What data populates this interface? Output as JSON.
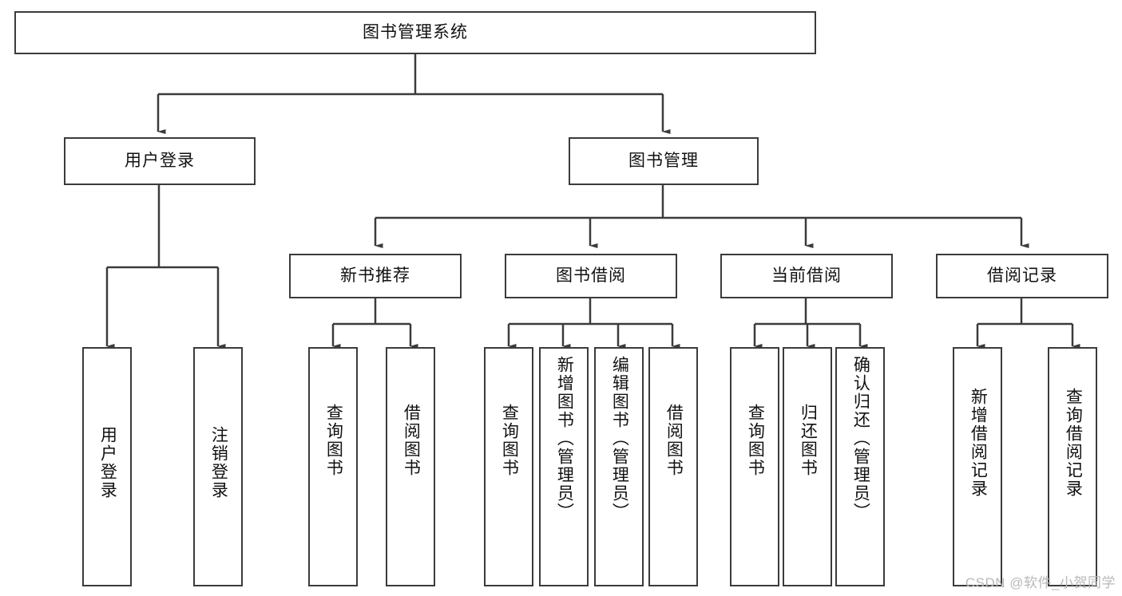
{
  "diagram": {
    "title": "图书管理系统",
    "type": "tree-hierarchy",
    "root": {
      "id": "root",
      "label": "图书管理系统"
    },
    "level2": [
      {
        "id": "user-login",
        "label": "用户登录"
      },
      {
        "id": "book-management",
        "label": "图书管理"
      }
    ],
    "level3": [
      {
        "id": "new-book-recommend",
        "label": "新书推荐",
        "parent": "book-management"
      },
      {
        "id": "book-borrow",
        "label": "图书借阅",
        "parent": "book-management"
      },
      {
        "id": "current-borrow",
        "label": "当前借阅",
        "parent": "book-management"
      },
      {
        "id": "borrow-record",
        "label": "借阅记录",
        "parent": "book-management"
      }
    ],
    "leaves": [
      {
        "id": "leaf-user-login",
        "label": "用户登录",
        "parent": "user-login"
      },
      {
        "id": "leaf-logout-login",
        "label": "注销登录",
        "parent": "user-login"
      },
      {
        "id": "leaf-query-book-1",
        "label": "查询图书",
        "parent": "new-book-recommend"
      },
      {
        "id": "leaf-borrow-book-1",
        "label": "借阅图书",
        "parent": "new-book-recommend"
      },
      {
        "id": "leaf-query-book-2",
        "label": "查询图书",
        "parent": "book-borrow"
      },
      {
        "id": "leaf-add-book",
        "label": "新增图书（管理员）",
        "parent": "book-borrow"
      },
      {
        "id": "leaf-edit-book",
        "label": "编辑图书（管理员）",
        "parent": "book-borrow"
      },
      {
        "id": "leaf-borrow-book-2",
        "label": "借阅图书",
        "parent": "book-borrow"
      },
      {
        "id": "leaf-query-book-3",
        "label": "查询图书",
        "parent": "current-borrow"
      },
      {
        "id": "leaf-return-book",
        "label": "归还图书",
        "parent": "current-borrow"
      },
      {
        "id": "leaf-confirm-return",
        "label": "确认归还（管理员）",
        "parent": "current-borrow"
      },
      {
        "id": "leaf-add-record",
        "label": "新增借阅记录",
        "parent": "borrow-record"
      },
      {
        "id": "leaf-query-record",
        "label": "查询借阅记录",
        "parent": "borrow-record"
      }
    ],
    "colors": {
      "stroke": "#3b3b3b",
      "fill": "#ffffff",
      "text": "#111111",
      "watermark": "#b8b8b8"
    }
  },
  "watermark": {
    "text": "CSDN @软件_小贺同学"
  }
}
